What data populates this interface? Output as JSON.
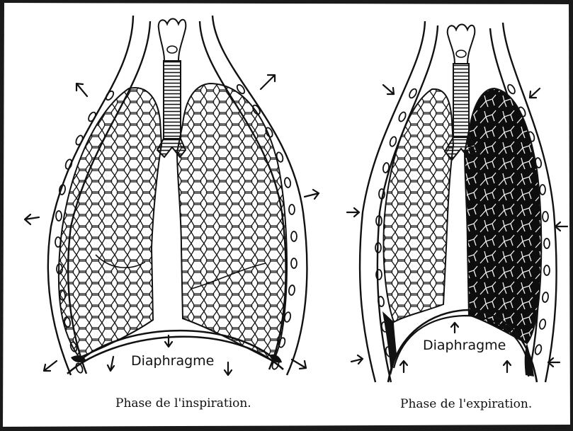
{
  "figure": {
    "left_panel": {
      "caption": "Phase de l'inspiration.",
      "diaphragm_label": "Diaphragme"
    },
    "right_panel": {
      "caption": "Phase de l'expiration.",
      "diaphragm_label": "Diaphragme"
    }
  },
  "colors": {
    "ink": "#111111",
    "paper": "#ffffff",
    "scan_border": "#1a1a1a"
  }
}
